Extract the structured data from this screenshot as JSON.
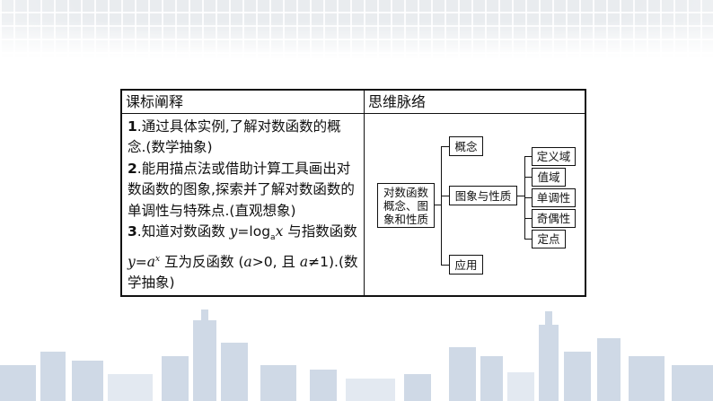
{
  "table": {
    "header_left": "课标阐释",
    "header_right": "思维脉络",
    "items": [
      {
        "num": "1",
        "text": ".通过具体实例,了解对数函数的概念.(数学抽象)"
      },
      {
        "num": "2",
        "text": ".能用描点法或借助计算工具画出对数函数的图象,探索并了解对数函数的单调性与特殊点.(直观想象)"
      },
      {
        "num": "3",
        "text_a": ".知道对数函数 ",
        "text_b": " 与指数函数 ",
        "text_c": " 互为反函数 (",
        "text_d": "(数学抽象)"
      }
    ],
    "formula": {
      "y": "y",
      "eq": "=log",
      "a_sub": "a",
      "x": "x",
      "exp_a": "a",
      "exp_x": "x",
      "cond1": "a",
      "cond1_rest": ">0, 且",
      "cond2": "a",
      "cond2_rest": "≠1)."
    }
  },
  "mindmap": {
    "root": "对数函数概念、图象和性质",
    "branches": [
      "概念",
      "图象与性质",
      "应用"
    ],
    "properties": [
      "定义域",
      "值域",
      "单调性",
      "奇偶性",
      "定点"
    ]
  },
  "colors": {
    "border": "#111111",
    "skyline": "#c7d2e0",
    "grid": "#e9ecef"
  }
}
